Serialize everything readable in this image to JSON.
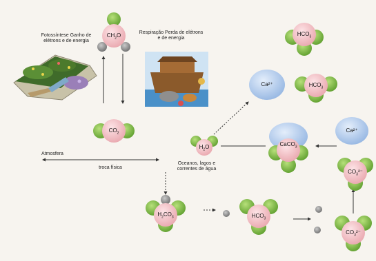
{
  "labels": {
    "fotossintese": "Fotossíntese Ganho de elétrons e de energia",
    "respiracao": "Respiração Perda de elétrons e de energia",
    "atmosfera": "Atmosfera",
    "troca_fisica": "troca física",
    "oceanos": "Oceanos, lagos e correntes de água"
  },
  "molecules": {
    "ch2o": {
      "main": "CH",
      "sub": "2",
      "tail": "O"
    },
    "co2_center": {
      "main": "CO",
      "sub": "2",
      "tail": ""
    },
    "h2o": {
      "main": "H",
      "sub": "2",
      "tail": "O"
    },
    "h2co3": {
      "main": "H",
      "sub": "2",
      "tail": "CO",
      "sub2": "3"
    },
    "hco3_bottom": {
      "main": "HCO",
      "sub": "3",
      "tail": ""
    },
    "hco3_top": {
      "main": "HCO",
      "sub": "3",
      "tail": ""
    },
    "hco3_mid": {
      "main": "HCO",
      "sub": "3",
      "tail": ""
    },
    "caco3": {
      "main": "CaCO",
      "sub": "3",
      "tail": ""
    },
    "co3_right": {
      "main": "CO",
      "sub": "3",
      "tail": "²⁻"
    },
    "co3_bottom": {
      "main": "CO",
      "sub": "3",
      "tail": "²⁻"
    }
  },
  "ions": {
    "ca_top": "Ca²⁺",
    "ca_right": "Ca²⁺"
  },
  "colors": {
    "pink": "#f4c3c8",
    "green": "#7fbf4d",
    "grey": "#8a8a8a",
    "blue": "#b7d1ef"
  }
}
